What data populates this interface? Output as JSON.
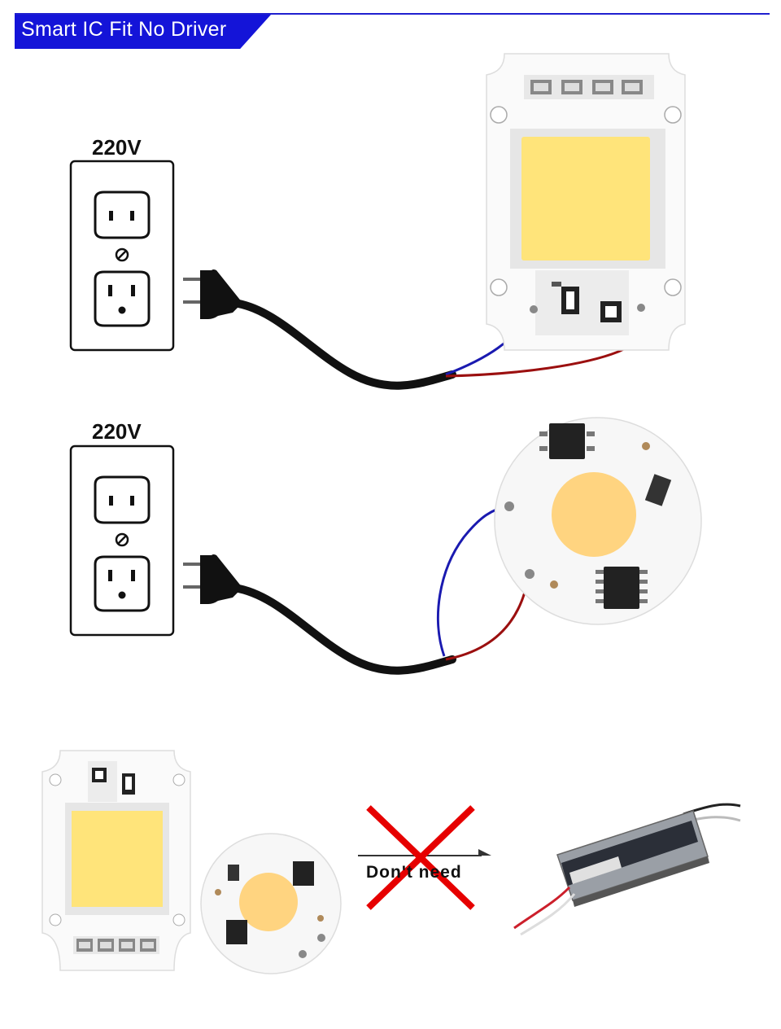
{
  "header": {
    "title": "Smart IC Fit No Driver"
  },
  "diagram1": {
    "voltage_label": "220V"
  },
  "diagram2": {
    "voltage_label": "220V"
  },
  "comparison": {
    "no_driver_label": "Don't need"
  },
  "colors": {
    "header_blue": "#1414d8",
    "wire_live": "#1a1ab0",
    "wire_neutral": "#9b0f0f",
    "cable": "#111111",
    "led_square": "#ffe47a",
    "led_round": "#ffd480",
    "cross": "#e60000"
  },
  "icons": [
    "outlet-icon",
    "plug-icon",
    "led-cob-square",
    "led-cob-round",
    "led-driver",
    "cross-icon"
  ]
}
